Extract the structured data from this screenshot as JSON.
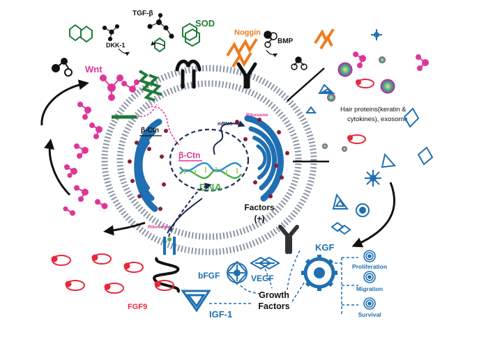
{
  "labels": {
    "tgf_beta": "TGF-β",
    "sod": "SOD",
    "noggin": "Noggin",
    "bmp": "BMP",
    "dkk1": "DKK-1",
    "wnt": "Wnt",
    "beta_ctn_membrane": "β-Ctn",
    "beta_ctn_nucleus": "β-Ctn",
    "mrna": "mRNA",
    "ribosome_top": "Ribosome",
    "ribosome_bottom": "Ribosome",
    "dna": "DNA",
    "factors": "Factors",
    "factors_plus": "(+)",
    "hair_proteins_line1": "Hair proteins(keratin &",
    "hair_proteins_line2": "cytokines), exosome",
    "fgf9": "FGF9",
    "kgf": "KGF",
    "bfgf": "bFGF",
    "vegf": "VEGF",
    "growth": "Growth",
    "factors2": "Factors",
    "igf1": "IGF-1",
    "proliferation": "Proliferation",
    "migration": "Migration",
    "survival": "Survival"
  },
  "colors": {
    "black": "#111111",
    "green": "#1f7a3a",
    "orange": "#f07b1d",
    "magenta": "#e0359a",
    "red": "#e8273a",
    "blue": "#1f6fb2",
    "navy": "#1b2a55",
    "maroon": "#8a1c3c",
    "membrane": "#8a94a6"
  }
}
